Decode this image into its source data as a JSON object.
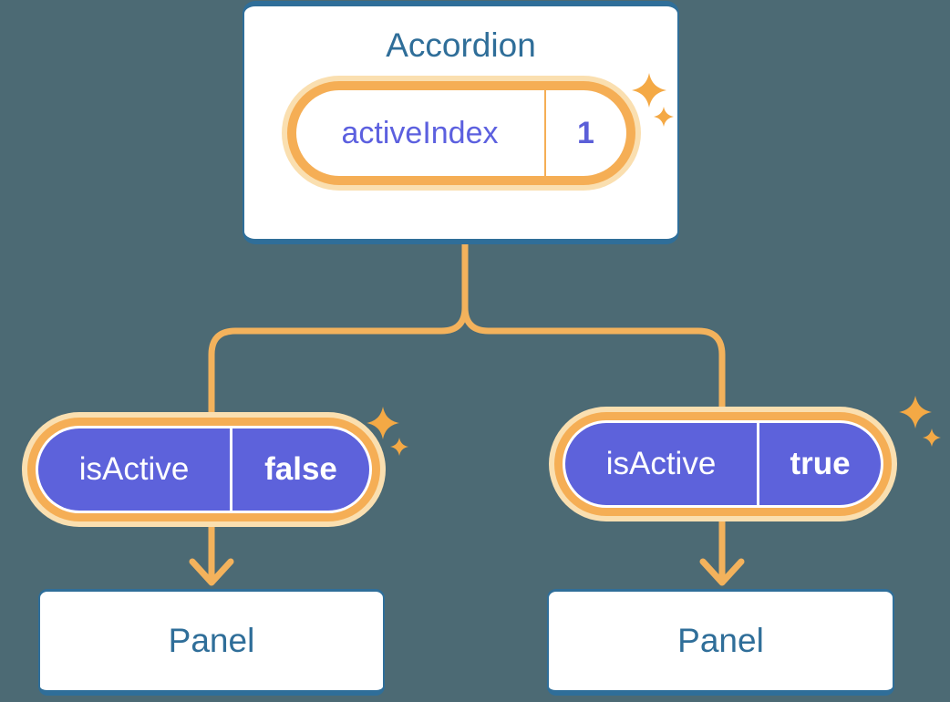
{
  "accordion": {
    "title": "Accordion",
    "state": {
      "label": "activeIndex",
      "value": "1"
    }
  },
  "children": {
    "left": {
      "prop": {
        "label": "isActive",
        "value": "false"
      },
      "panel": {
        "title": "Panel"
      }
    },
    "right": {
      "prop": {
        "label": "isActive",
        "value": "true"
      },
      "panel": {
        "title": "Panel"
      }
    }
  },
  "icons": {
    "sparkle": "four-point-star-icon",
    "arrow": "arrow-down-icon"
  },
  "colors": {
    "background": "#4C6A74",
    "card_fill": "#FFFFFF",
    "card_border": "#2F6E99",
    "card_text": "#2F6E99",
    "pill_ring_orange": "#F5AE55",
    "pill_glow": "#FADFB0",
    "state_text_purple": "#5C60DF",
    "prop_fill_purple": "#5D62DB",
    "prop_text": "#FFFFFF",
    "connector_orange": "#F3B25C",
    "sparkle_orange": "#F4A945"
  }
}
